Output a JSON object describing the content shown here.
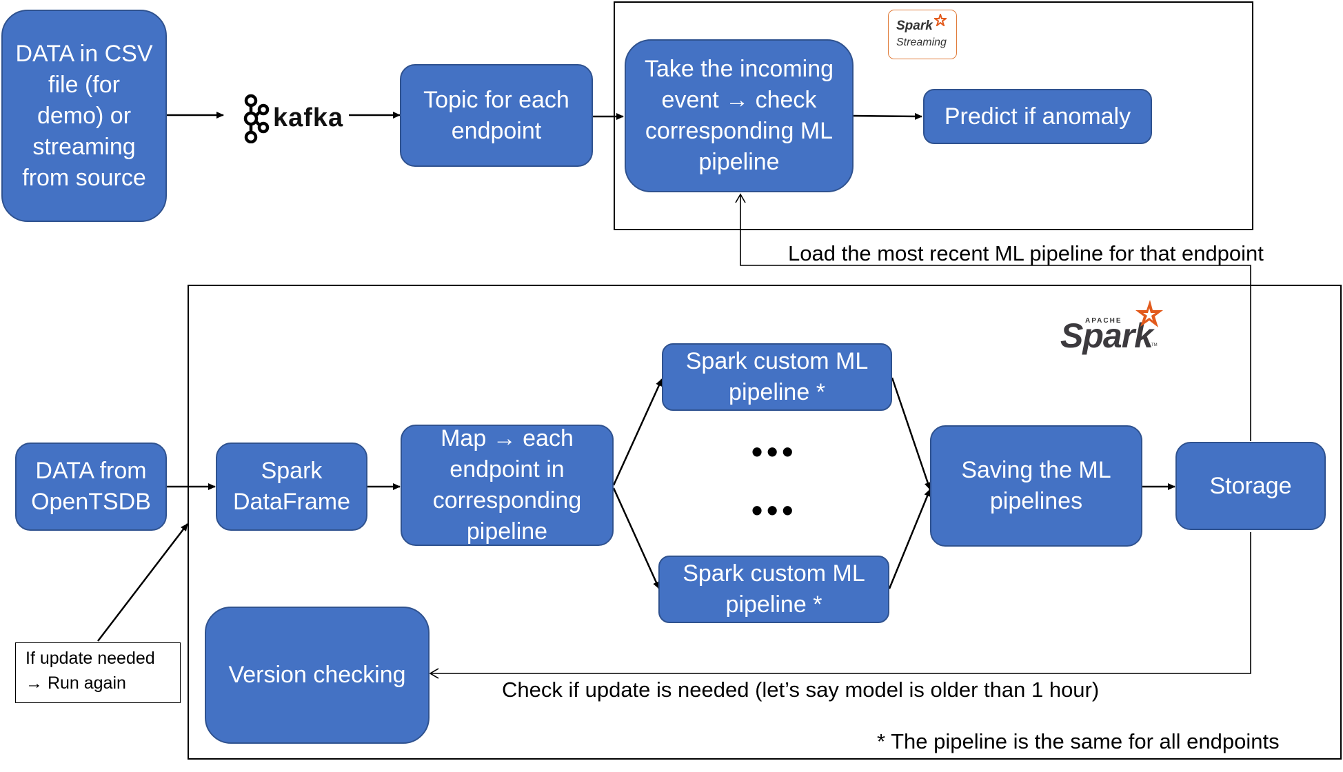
{
  "source_top": "DATA in CSV\nfile (for\ndemo) or\nstreaming\nfrom source",
  "kafka_logo_text": "kafka",
  "topic_box": "Topic for each\nendpoint",
  "incoming_event_box": "Take the incoming\nevent → check\ncorresponding ML\npipeline",
  "predict_box": "Predict if anomaly",
  "spark_streaming_logo": {
    "line1": "Spark",
    "line2": "Streaming"
  },
  "load_label": "Load the most recent ML pipeline for that endpoint",
  "spark_logo": {
    "text": "Spark",
    "apache": "APACHE",
    "tm": "TM"
  },
  "opentsdb_box": "DATA from\nOpenTSDB",
  "dataframe_box": "Spark\nDataFrame",
  "map_box": "Map → each\nendpoint in\ncorresponding\npipeline",
  "custom_pipeline_top": "Spark custom ML\npipeline *",
  "custom_pipeline_bottom": "Spark custom ML\npipeline *",
  "ellipsis_1": "•••",
  "ellipsis_2": "•••",
  "saving_box": "Saving the ML\npipelines",
  "storage_box": "Storage",
  "version_box": "Version checking",
  "check_label": "Check if update is needed (let’s say model is older than 1 hour)",
  "update_note": "If update needed\n→ Run again",
  "footnote": "* The pipeline is the same for all endpoints",
  "colors": {
    "box_fill": "#4472c4",
    "box_border": "#2f528f",
    "spark_orange": "#e25a1c"
  },
  "icons": [
    "kafka-icon",
    "spark-streaming-icon",
    "apache-spark-icon"
  ]
}
